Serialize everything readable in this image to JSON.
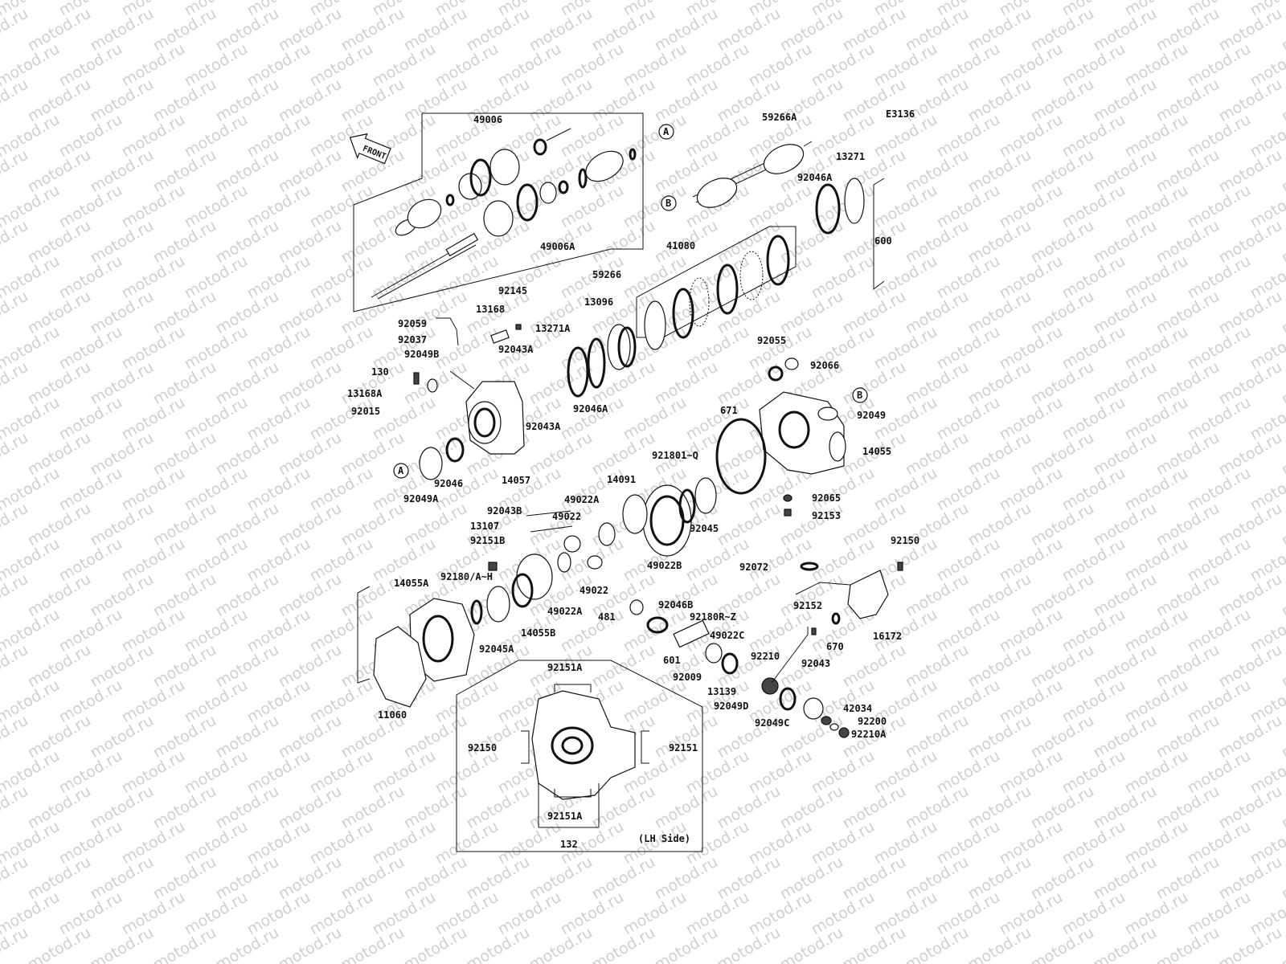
{
  "diagram_code": "E3136",
  "front_label": "FRONT",
  "lh_side_label": "(LH Side)",
  "watermark_text": "motod.ru",
  "ref_markers": [
    "A",
    "B"
  ],
  "part_labels": [
    "49006",
    "49006A",
    "59266",
    "59266A",
    "92046A",
    "13271",
    "600",
    "41080",
    "92145",
    "13168",
    "92059",
    "92037",
    "13096",
    "13271A",
    "92043A",
    "92049B",
    "130",
    "13168A",
    "92015",
    "92046A",
    "92043A",
    "92046",
    "14057",
    "92049A",
    "92055",
    "92066",
    "92049",
    "671",
    "14055",
    "921801~Q",
    "92045",
    "92065",
    "92153",
    "14091",
    "49022A",
    "92043B",
    "49022",
    "13107",
    "92151B",
    "49022B",
    "92180/A~H",
    "14055A",
    "49022",
    "49022A",
    "14055B",
    "92045A",
    "11060",
    "92072",
    "92150",
    "92046B",
    "481",
    "92180R~Z",
    "49022C",
    "601",
    "92210",
    "92009",
    "92152",
    "670",
    "16172",
    "92043",
    "13139",
    "92049D",
    "42034",
    "92049C",
    "92200",
    "92210A",
    "92151A",
    "92150",
    "92151",
    "92151A",
    "132"
  ]
}
